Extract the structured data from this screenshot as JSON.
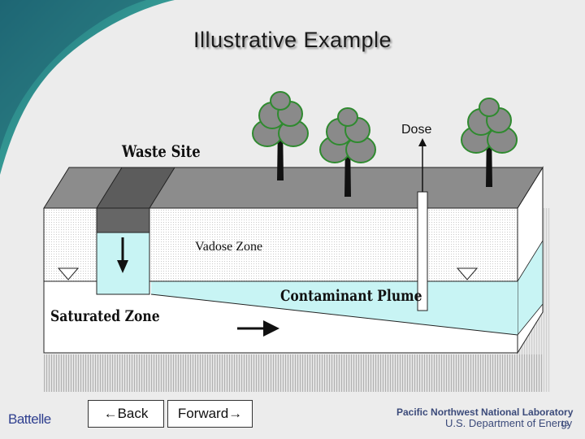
{
  "slide": {
    "title": "Illustrative Example",
    "page_number": "13"
  },
  "diagram": {
    "labels": {
      "waste_site": "Waste Site",
      "vadose_zone": "Vadose Zone",
      "contaminant_plume": "Contaminant Plume",
      "saturated_zone": "Saturated Zone",
      "dose": "Dose"
    },
    "colors": {
      "ground_top": "#8c8c8c",
      "waste_site_top": "#5a5a5a",
      "waste_fill": "#666666",
      "water": "#c8f4f4",
      "tree_foliage": "#8a8a8a",
      "tree_outline": "#2f8a2f",
      "trunk": "#111111",
      "corner_swoosh": "#2d8a8a"
    },
    "icons": [
      "tree-icon",
      "water-table-marker-icon",
      "flow-arrow-icon",
      "down-arrow-icon",
      "up-arrow-icon"
    ]
  },
  "nav": {
    "back_label": "←Back",
    "forward_label": "Forward→"
  },
  "footer": {
    "left_logo": "Battelle",
    "right_line1": "Pacific Northwest National Laboratory",
    "right_line2": "U.S. Department of Energy"
  }
}
